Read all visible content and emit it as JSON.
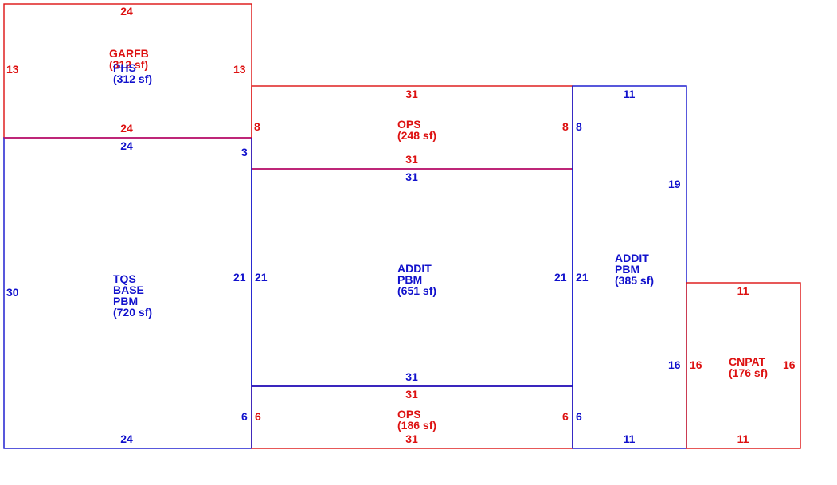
{
  "colors": {
    "red": "#dd1111",
    "blue": "#1111cc"
  },
  "areas": [
    {
      "id": "garfb",
      "color": "red",
      "lines": [
        "GARFB",
        "(312 sf)"
      ]
    },
    {
      "id": "phs",
      "color": "blue",
      "lines": [
        "PHS",
        "(312 sf)"
      ]
    },
    {
      "id": "ops-top",
      "color": "red",
      "lines": [
        "OPS",
        "(248 sf)"
      ]
    },
    {
      "id": "tqs-base",
      "color": "blue",
      "lines": [
        "TQS",
        "BASE",
        "PBM",
        "(720 sf)"
      ]
    },
    {
      "id": "addit-center",
      "color": "blue",
      "lines": [
        "ADDIT",
        "PBM",
        "(651 sf)"
      ]
    },
    {
      "id": "addit-right",
      "color": "blue",
      "lines": [
        "ADDIT",
        "PBM",
        "(385 sf)"
      ]
    },
    {
      "id": "ops-bottom",
      "color": "red",
      "lines": [
        "OPS",
        "(186 sf)"
      ]
    },
    {
      "id": "cnpat",
      "color": "red",
      "lines": [
        "CNPAT",
        "(176 sf)"
      ]
    }
  ],
  "dimensions": {
    "garfb_top": "24",
    "garfb_left": "13",
    "garfb_right": "13",
    "garfb_bottom": "24",
    "tqs_top": "24",
    "tqs_right_upper": "3",
    "tqs_right_mid": "21",
    "tqs_left": "30",
    "tqs_right_lower": "6",
    "tqs_bottom": "24",
    "ops_top_top": "31",
    "ops_top_left": "8",
    "ops_top_right": "8",
    "ops_top_bottom": "31",
    "addit_c_top": "31",
    "addit_c_left": "21",
    "addit_c_right": "21",
    "addit_c_bottom": "31",
    "addit_r_left_upper": "8",
    "addit_r_top": "11",
    "addit_r_right_upper": "19",
    "addit_r_left_mid": "21",
    "addit_r_right_lower": "16",
    "addit_r_left_lower": "6",
    "addit_r_bottom": "11",
    "ops_bot_top": "31",
    "ops_bot_left": "6",
    "ops_bot_right": "6",
    "ops_bot_bottom": "31",
    "cnpat_top": "11",
    "cnpat_left": "16",
    "cnpat_right": "16",
    "cnpat_bottom": "11"
  }
}
